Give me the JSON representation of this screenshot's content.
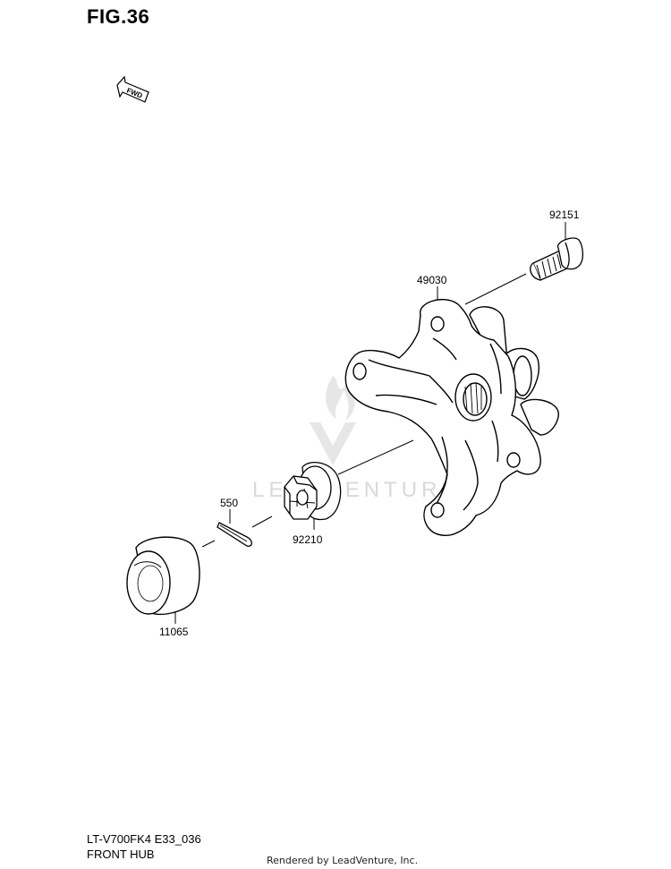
{
  "figure": {
    "title": "FIG.36",
    "fwd_label": "FWD"
  },
  "parts": [
    {
      "number": "92151",
      "name": "hub-bolt"
    },
    {
      "number": "49030",
      "name": "front-hub"
    },
    {
      "number": "550",
      "name": "cotter-pin"
    },
    {
      "number": "92210",
      "name": "castle-nut"
    },
    {
      "number": "11065",
      "name": "hub-cap"
    }
  ],
  "footer": {
    "model_code": "LT-V700FK4 E33_036",
    "section": "FRONT HUB",
    "credit": "Rendered by LeadVenture, Inc."
  },
  "watermark": {
    "text": "LEADVENTURE",
    "color": "#d9d9d9"
  }
}
